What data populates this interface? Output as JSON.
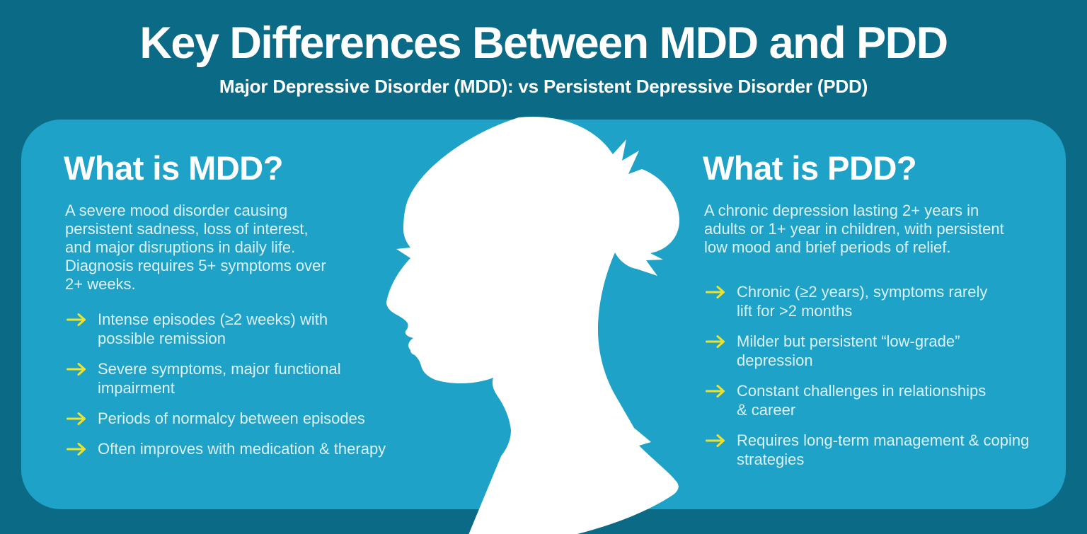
{
  "header": {
    "title": "Key Differences Between MDD and PDD",
    "subtitle": "Major Depressive Disorder (MDD): vs Persistent Depressive Disorder (PDD)"
  },
  "mdd": {
    "heading": "What is MDD?",
    "description": "A severe mood disorder causing\npersistent sadness, loss of interest,\nand major disruptions in daily life.\nDiagnosis requires 5+ symptoms over\n2+ weeks.",
    "bullets": [
      "Intense episodes (≥2 weeks) with\npossible remission",
      "Severe symptoms, major functional\nimpairment",
      "Periods of normalcy between episodes",
      "Often improves with medication & therapy"
    ]
  },
  "pdd": {
    "heading": "What is PDD?",
    "description": "A chronic depression lasting 2+ years in\nadults or 1+ year in children, with persistent\nlow mood and brief periods of relief.",
    "bullets": [
      "Chronic (≥2 years), symptoms rarely\nlift for >2 months",
      "Milder but persistent “low-grade”\ndepression",
      "Constant challenges in relationships\n& career",
      "Requires long-term management & coping\nstrategies"
    ]
  },
  "figure": {
    "name": "woman-profile-silhouette"
  },
  "colors": {
    "background": "#0B6A85",
    "panel": "#1EA2C7",
    "heading_text": "#FFFFFF",
    "body_text": "#DCF1F8",
    "arrow": "#EFE22E",
    "silhouette": "#FFFFFF"
  }
}
